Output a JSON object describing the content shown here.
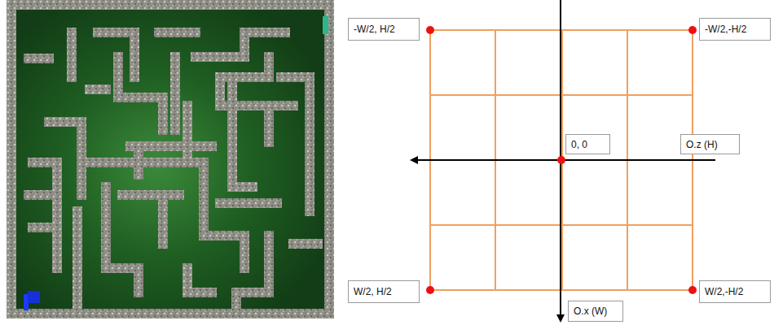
{
  "diagram": {
    "nodes": [
      {
        "text": [
          "-W/2, H/2"
        ]
      },
      {
        "text": [
          "-W/2,-H/2"
        ]
      },
      {
        "text": [
          "0, 0"
        ]
      },
      {
        "text": [
          "O.z (H)"
        ]
      },
      {
        "text": [
          "W/2, H/2"
        ]
      },
      {
        "text": [
          "W/2,-H/2"
        ]
      },
      {
        "text": [
          "O.x (W)"
        ]
      }
    ]
  }
}
